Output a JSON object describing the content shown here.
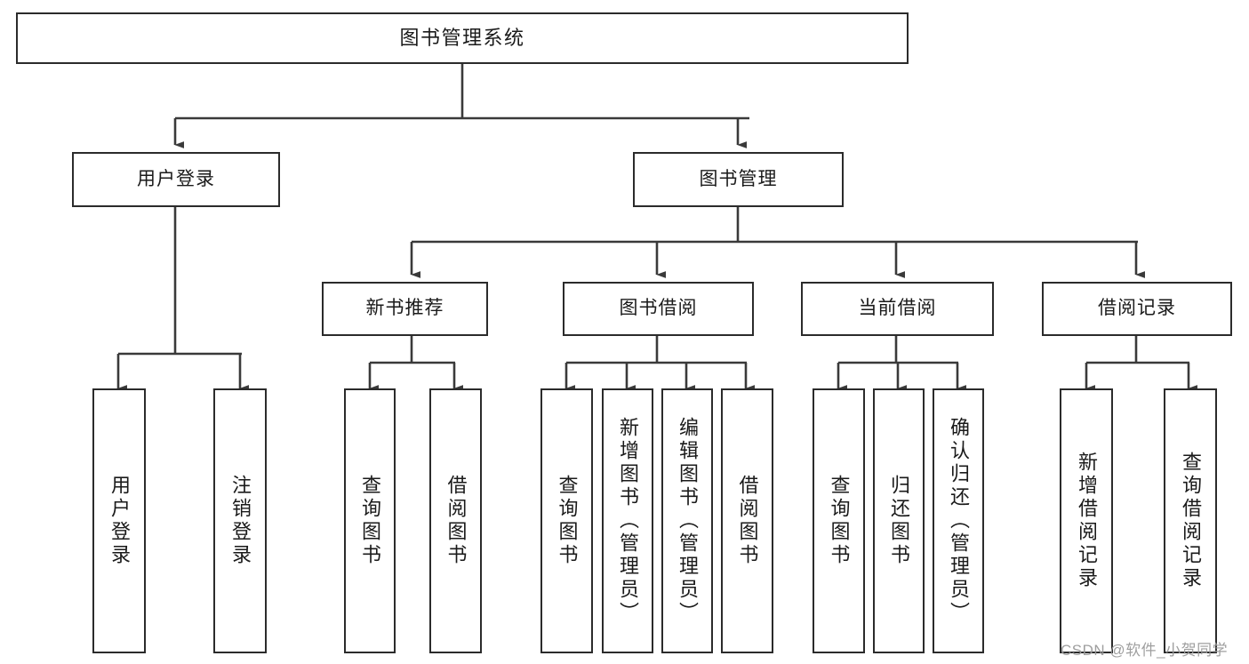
{
  "diagram": {
    "title": "图书管理系统",
    "type": "tree-hierarchy-chart",
    "orientation": "top-down",
    "colors": {
      "node_border": "#2b2b2b",
      "node_fill": "#ffffff",
      "edge": "#3a3a3a",
      "text": "#1a1a1a",
      "watermark": "#9a9a9a",
      "background": "#ffffff"
    }
  },
  "nodes": {
    "root": {
      "label": "图书管理系统"
    },
    "level1": [
      {
        "label": "用户登录"
      },
      {
        "label": "图书管理"
      }
    ],
    "level2": [
      {
        "label": "新书推荐"
      },
      {
        "label": "图书借阅"
      },
      {
        "label": "当前借阅"
      },
      {
        "label": "借阅记录"
      }
    ],
    "leaves": {
      "user_login": [
        {
          "label": "用户登录"
        },
        {
          "label": "注销登录"
        }
      ],
      "new_book_recommend": [
        {
          "label": "查询图书"
        },
        {
          "label": "借阅图书"
        }
      ],
      "book_borrow": [
        {
          "label": "查询图书"
        },
        {
          "label": "新增图书（管理员）"
        },
        {
          "label": "编辑图书（管理员）"
        },
        {
          "label": "借阅图书"
        }
      ],
      "current_borrow": [
        {
          "label": "查询图书"
        },
        {
          "label": "归还图书"
        },
        {
          "label": "确认归还（管理员）"
        }
      ],
      "borrow_record": [
        {
          "label": "新增借阅记录"
        },
        {
          "label": "查询借阅记录"
        }
      ]
    }
  },
  "watermark": {
    "text": "CSDN @软件_小贺同学"
  }
}
